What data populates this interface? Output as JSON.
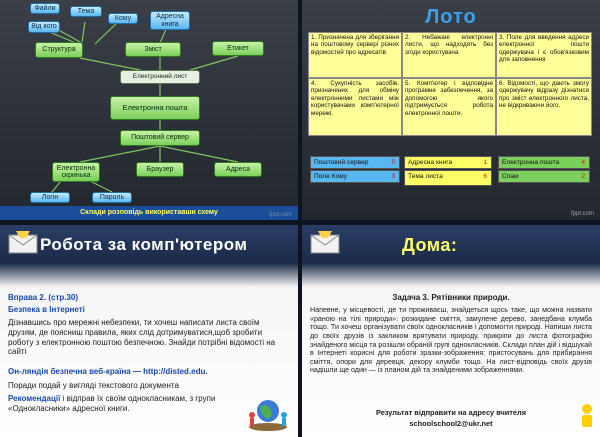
{
  "slide1": {
    "nodes": {
      "file": "Файли",
      "tema": "Тема",
      "komu": "Кому",
      "adresna_knyha": "Адресна книга",
      "vid_koho": "Від кого",
      "struktura": "Структура",
      "zmist": "Зміст",
      "etyket": "Етикет",
      "elektronnyi_lyst": "Електронний лист",
      "elektronna_poshta": "Електронна пошта",
      "poshtovyi_server": "Поштовий сервер",
      "skrynka": "Електронна скринька",
      "brauzer": "Браузер",
      "adresa": "Адреса",
      "login": "Логін",
      "parol": "Пароль"
    },
    "caption": "Склади розповідь використавши схему",
    "footer": "fppt.com"
  },
  "slide2": {
    "title": "Лото",
    "cells": [
      "1. Призначена для зберігання на поштовому сервері різних відомостей про адресатів",
      "2. Небажані електронні листи, що надходять без згоди користувача",
      "3. Поле для введення адреси електронної пошти одержувача і є обов'язковим для заповнення",
      "4. Сукупність засобів, призначених для обміну електронними листами між користувачами комп'ютерної мережі.",
      "5. Комп'ютер і відповідне програмне забезпечення, за допомогою якого підтримується робота електронної пошти.",
      "6. Відомості, що дають змогу одержувачу відразу дізнатися про зміст електронного листа, не відкриваючи його."
    ],
    "answers": [
      {
        "text": "Поштовий сервер",
        "num": "5"
      },
      {
        "text": "Адресна книга",
        "num": "1"
      },
      {
        "text": "Електронна пошта",
        "num": "4"
      },
      {
        "text": "Поле Кому",
        "num": "3"
      },
      {
        "text": "Тема листа",
        "num": "6"
      },
      {
        "text": "Спам",
        "num": "2"
      }
    ],
    "footer": "fppt.com"
  },
  "slide3": {
    "title": "Робота за комп'ютером",
    "exercise": "Вправа 2. (стр.30)",
    "subtitle": "Безпека в Інтернеті",
    "body": "Дізнавшись про мережні небезпеки, ти хочеш написати листа своїм друзям, де поясниш правила, яких слід дотримуватися,щоб зробити роботу з електронною поштою безпечною. Знайди потрібні відомості на сайті",
    "site": "Он-ляндія безпечна веб-країна — http://disted.edu.",
    "advice": "Поради подай у вигляді текстового документа",
    "rec_label": "Рекомендації",
    "rec_text": " і відправ їх своїм однокласникам, з групи «Однокласники» адресної книги."
  },
  "slide4": {
    "title": "Дома:",
    "task": "Задача 3. Рятівники природи.",
    "body": "Напевне, у місцевості, де ти проживаєш, знайдеться щось таке, що можна назвати «раною на тілі природи»: розкидане сміття, замулене дерево, занедбана клумба тощо. Ти хочеш організувати своїх однокласників і допомогти природі. Напиши листа до своїх друзів із закликом врятувати природу, прикріпи до листа фотографію знайденого місця та розішли обраній групі однокласників. Склади план дій і відшукай в Інтернеті корисні для роботи зразки-зображення: пристосувань для прибирання сміття, опори для деревця, декору клумби тощо. На лист-відповідь своїх друзів надішли ще один — із планом дій та знайденими зображеннями.",
    "send_label": "Результат відправити на адресу вчителя",
    "email": "schoolschool2@ukr.net"
  },
  "colors": {
    "accent_blue": "#1a4d9a",
    "cell_yellow": "#ffff99",
    "answer_blue": "#59b7ef",
    "answer_green": "#7ad05a",
    "answer_yellow": "#ffff66"
  }
}
